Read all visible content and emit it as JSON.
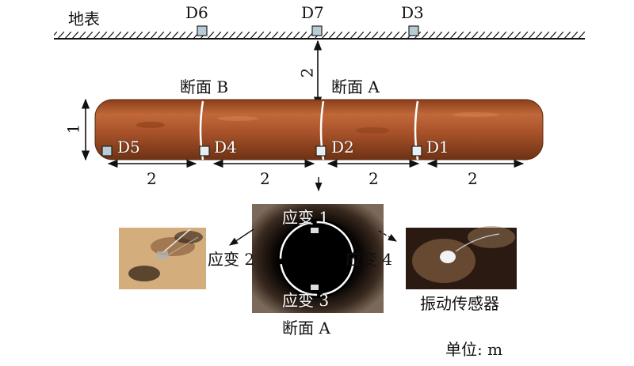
{
  "ground": {
    "label": "地表"
  },
  "surface_sensors": [
    "D6",
    "D7",
    "D3"
  ],
  "pipe_sensors": [
    "D5",
    "D4",
    "D2",
    "D1"
  ],
  "sections": {
    "b": "断面 B",
    "a": "断面 A"
  },
  "dimensions": {
    "depth": "2",
    "diameter": "1",
    "spacing": [
      "2",
      "2",
      "2",
      "2"
    ]
  },
  "cross_section": {
    "strain_labels": [
      "应变 1",
      "应变 2",
      "应变 3",
      "应变 4"
    ],
    "caption": "断面 A"
  },
  "vibration_sensor_label": "振动传感器",
  "unit": "单位: m",
  "colors": {
    "pipe": "#b55e2c",
    "sensor_box": "#b8ccd6",
    "ink": "#111111"
  }
}
